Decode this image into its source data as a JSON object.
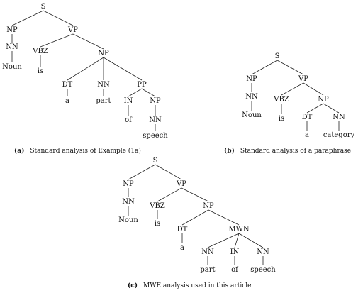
{
  "figures": [
    {
      "caption_label": "(a)",
      "caption_text": "Standard analysis of Example (1a)",
      "tree": {
        "label": "S",
        "children": [
          {
            "label": "NP",
            "children": [
              {
                "label": "NN",
                "children": [
                  {
                    "label": "Noun"
                  }
                ]
              }
            ]
          },
          {
            "label": "VP",
            "children": [
              {
                "label": "VBZ",
                "children": [
                  {
                    "label": "is"
                  }
                ]
              },
              {
                "label": "NP",
                "children": [
                  {
                    "label": "DT",
                    "children": [
                      {
                        "label": "a"
                      }
                    ]
                  },
                  {
                    "label": "NN",
                    "children": [
                      {
                        "label": "part"
                      }
                    ]
                  },
                  {
                    "label": "PP",
                    "children": [
                      {
                        "label": "IN",
                        "children": [
                          {
                            "label": "of"
                          }
                        ]
                      },
                      {
                        "label": "NP",
                        "children": [
                          {
                            "label": "NN",
                            "children": [
                              {
                                "label": "speech"
                              }
                            ]
                          }
                        ]
                      }
                    ]
                  }
                ]
              }
            ]
          }
        ]
      }
    },
    {
      "caption_label": "(b)",
      "caption_text": "Standard analysis of a paraphrase",
      "tree": {
        "label": "S",
        "children": [
          {
            "label": "NP",
            "children": [
              {
                "label": "NN",
                "children": [
                  {
                    "label": "Noun"
                  }
                ]
              }
            ]
          },
          {
            "label": "VP",
            "children": [
              {
                "label": "VBZ",
                "children": [
                  {
                    "label": "is"
                  }
                ]
              },
              {
                "label": "NP",
                "children": [
                  {
                    "label": "DT",
                    "children": [
                      {
                        "label": "a"
                      }
                    ]
                  },
                  {
                    "label": "NN",
                    "children": [
                      {
                        "label": "category"
                      }
                    ]
                  }
                ]
              }
            ]
          }
        ]
      }
    },
    {
      "caption_label": "(c)",
      "caption_text": "MWE analysis used in this article",
      "tree": {
        "label": "S",
        "children": [
          {
            "label": "NP",
            "children": [
              {
                "label": "NN",
                "children": [
                  {
                    "label": "Noun"
                  }
                ]
              }
            ]
          },
          {
            "label": "VP",
            "children": [
              {
                "label": "VBZ",
                "children": [
                  {
                    "label": "is"
                  }
                ]
              },
              {
                "label": "NP",
                "children": [
                  {
                    "label": "DT",
                    "children": [
                      {
                        "label": "a"
                      }
                    ]
                  },
                  {
                    "label": "MWN",
                    "children": [
                      {
                        "label": "NN",
                        "children": [
                          {
                            "label": "part"
                          }
                        ]
                      },
                      {
                        "label": "IN",
                        "children": [
                          {
                            "label": "of"
                          }
                        ]
                      },
                      {
                        "label": "NN",
                        "children": [
                          {
                            "label": "speech"
                          }
                        ]
                      }
                    ]
                  }
                ]
              }
            ]
          }
        ]
      }
    }
  ]
}
